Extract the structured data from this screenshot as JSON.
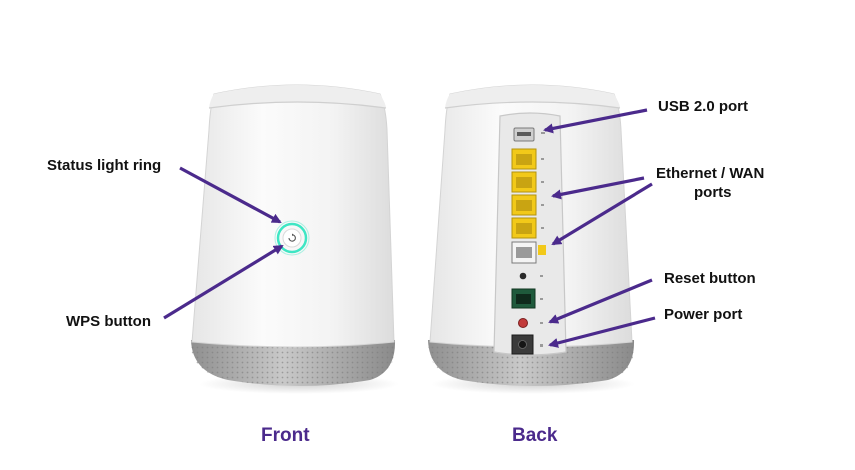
{
  "colors": {
    "arrow": "#4b2a8c",
    "caption": "#4b2a8c",
    "label": "#111111",
    "ethernet_port": "#f2c919",
    "status_ring": "#3ee6c4"
  },
  "labels": {
    "status_light_ring": "Status light ring",
    "wps_button": "WPS button",
    "usb_port": "USB 2.0 port",
    "ethernet_wan_line1": "Ethernet / WAN",
    "ethernet_wan_line2": "ports",
    "reset_button": "Reset button",
    "power_port": "Power port"
  },
  "captions": {
    "front": "Front",
    "back": "Back"
  }
}
